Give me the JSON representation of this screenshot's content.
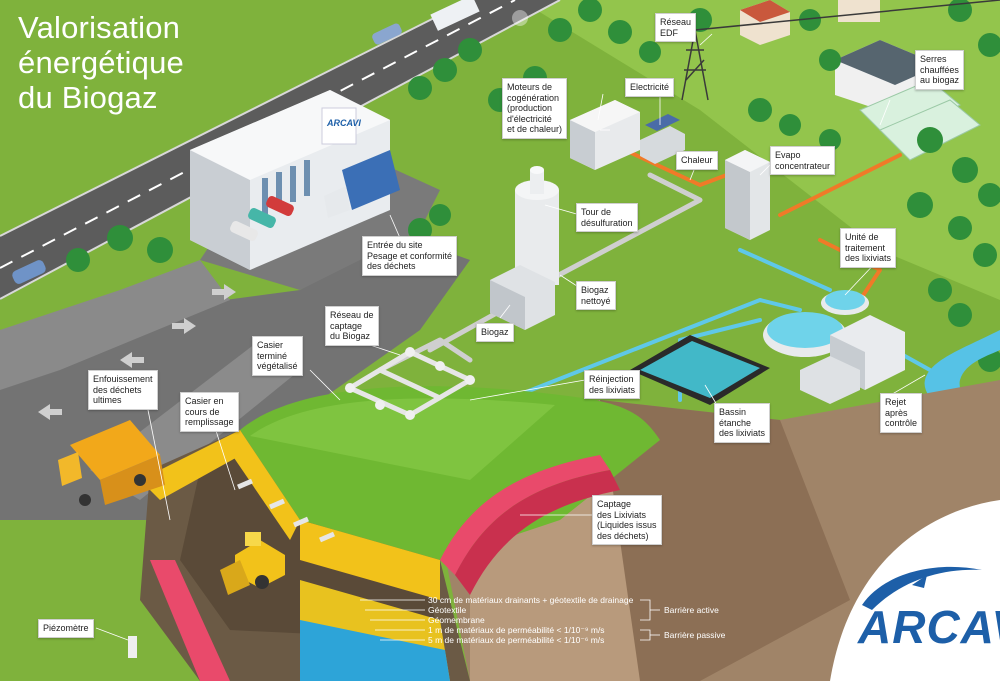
{
  "title_lines": [
    "Valorisation",
    "énergétique",
    "du Biogaz"
  ],
  "labels": {
    "reseau_edf": "Réseau\nEDF",
    "electricite": "Electricité",
    "moteurs": "Moteurs de\ncogénération\n(production\nd'électricité\net de chaleur)",
    "serres": "Serres\nchauffées\nau biogaz",
    "chaleur": "Chaleur",
    "evapo": "Evapo\nconcentrateur",
    "tour": "Tour de\ndésulfuration",
    "entree": "Entrée du site\nPesage et conformité\ndes déchets",
    "unite": "Unité de\ntraitement\ndes lixiviats",
    "biogaz_nettoye": "Biogaz\nnettoyé",
    "reseau_captage": "Réseau de\ncaptage\ndu Biogaz",
    "biogaz": "Biogaz",
    "casier_termine": "Casier\nterminé\nvégétalisé",
    "reinjection": "Réinjection\ndes lixiviats",
    "enfouissement": "Enfouissement\ndes déchets\nultimes",
    "casier_cours": "Casier en\ncours de\nremplissage",
    "bassin": "Bassin\nétanche\ndes lixiviats",
    "rejet": "Rejet\naprès\ncontrôle",
    "captage_lixiviats": "Captage\ndes Lixiviats\n(Liquides issus\ndes déchets)",
    "piezometre": "Piézomètre"
  },
  "layers": [
    "30 cm de matériaux drainants + géotextile de drainage",
    "Géotextile",
    "Géomembrane",
    "1 m de matériaux de perméabilité < 1/10⁻⁹ m/s",
    "5 m de matériaux de perméabilité < 1/10⁻⁶ m/s"
  ],
  "barriers": {
    "active": "Barrière active",
    "passive": "Barrière passive"
  },
  "logo": "ARCAVI",
  "building_logo": "ARCAVI",
  "colors": {
    "grass": "#7fb23c",
    "road": "#6b6b6b",
    "waste_pit_wall": "#f2c21a",
    "water": "#5fc8e8",
    "soil": "#a08468",
    "heat_pipe": "#f07a28",
    "logo_blue": "#1d5fa8"
  }
}
